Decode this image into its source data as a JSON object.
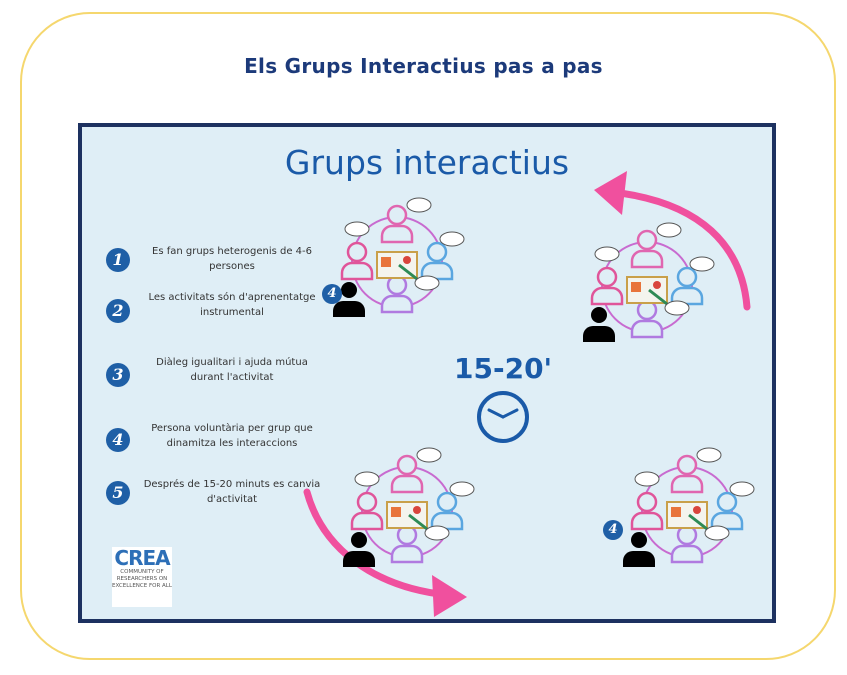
{
  "page_title": "Els Grups Interactius pas a pas",
  "poster": {
    "title": "Grups interactius",
    "timer": "15-20'",
    "steps": [
      {
        "number": "1",
        "text": "Es fan grups heterogenis de 4-6 persones"
      },
      {
        "number": "2",
        "text": "Les activitats són d'aprenentatge instrumental"
      },
      {
        "number": "3",
        "text": "Diàleg igualitari i ajuda mútua durant l'activitat"
      },
      {
        "number": "4",
        "text": "Persona voluntària per grup que dinamitza les interaccions"
      },
      {
        "number": "5",
        "text": "Després de 15-20 minuts es canvia d'activitat"
      }
    ],
    "volunteer_badge": "4",
    "logo": {
      "name": "CREA",
      "subtitle": "COMMUNITY OF RESEARCHERS ON EXCELLENCE FOR ALL"
    },
    "colors": {
      "accent": "#1a5aa8",
      "arrow": "#f0509e",
      "border": "#1d3160",
      "background": "#dfeef6"
    }
  }
}
